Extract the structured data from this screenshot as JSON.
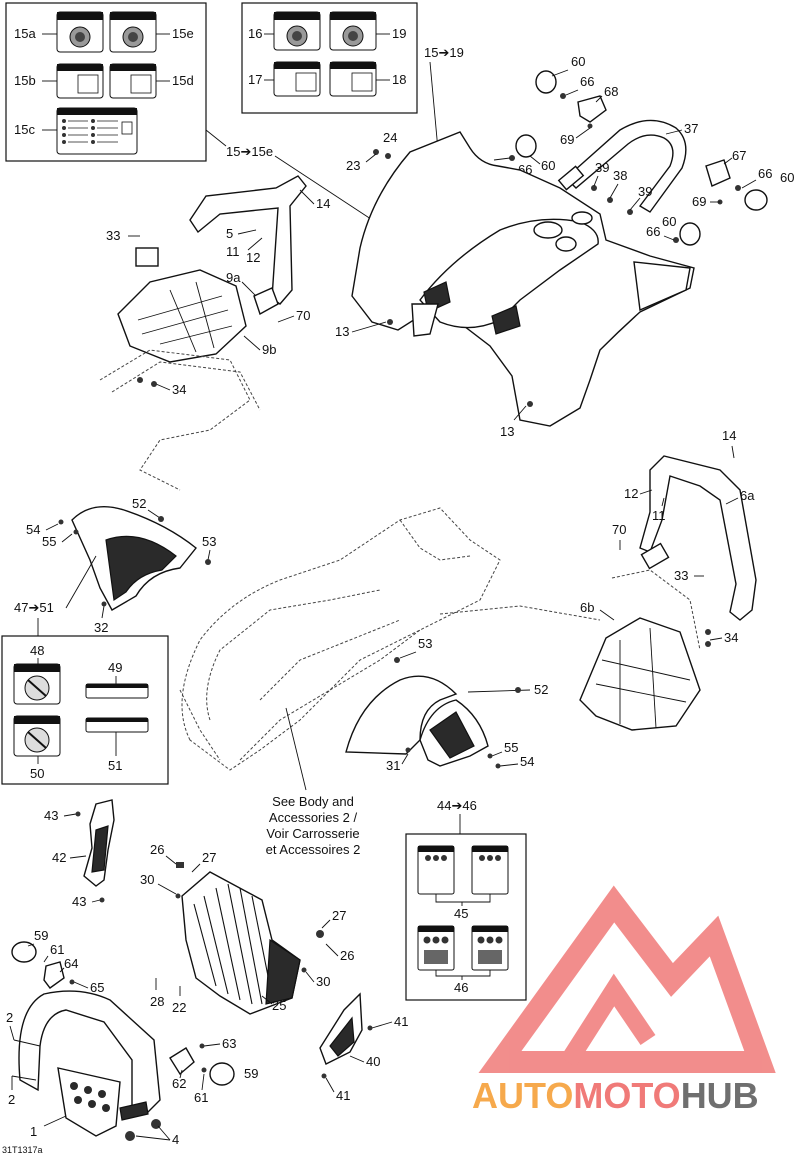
{
  "labels": {
    "group_a": {
      "l15a": "15a",
      "l15e": "15e",
      "l15b": "15b",
      "l15d": "15d",
      "l15c": "15c",
      "range": "15➔15e"
    },
    "group_b": {
      "l16": "16",
      "l19": "19",
      "l17": "17",
      "l18": "18",
      "range": "15➔19"
    },
    "group_c": {
      "l48": "48",
      "l49": "49",
      "l50": "50",
      "l51": "51",
      "range": "47➔51"
    },
    "group_d": {
      "l45": "45",
      "l46": "46",
      "range": "44➔46"
    },
    "parts": {
      "p60a": "60",
      "p66a": "66",
      "p68": "68",
      "p69a": "69",
      "p37": "37",
      "p24": "24",
      "p23": "23",
      "p66b": "66",
      "p60b": "60",
      "p39a": "39",
      "p38": "38",
      "p39b": "39",
      "p67": "67",
      "p66c": "66",
      "p60c": "60",
      "p69b": "69",
      "p60d": "60",
      "p66d": "66",
      "p14a": "14",
      "p33a": "33",
      "p5": "5",
      "p11a": "11",
      "p12a": "12",
      "p9a": "9a",
      "p70a": "70",
      "p9b": "9b",
      "p34a": "34",
      "p13a": "13",
      "p13b": "13",
      "p14b": "14",
      "p12b": "12",
      "p11b": "11",
      "p6a": "6a",
      "p70b": "70",
      "p33b": "33",
      "p6b": "6b",
      "p34b": "34",
      "p52a": "52",
      "p54a": "54",
      "p55a": "55",
      "p53a": "53",
      "p32": "32",
      "p53b": "53",
      "p52b": "52",
      "p31": "31",
      "p55b": "55",
      "p54b": "54",
      "p43a": "43",
      "p42": "42",
      "p43b": "43",
      "p26a": "26",
      "p27a": "27",
      "p30a": "30",
      "p27b": "27",
      "p26b": "26",
      "p30b": "30",
      "p28": "28",
      "p22": "22",
      "p25": "25",
      "p59a": "59",
      "p61a": "61",
      "p64": "64",
      "p65": "65",
      "p2a": "2",
      "p2b": "2",
      "p1": "1",
      "p4": "4",
      "p63": "63",
      "p62": "62",
      "p61b": "61",
      "p59b": "59",
      "p41a": "41",
      "p40": "40",
      "p41b": "41"
    },
    "note_line1": "See Body and",
    "note_line2": "Accessories 2 /",
    "note_line3": "Voir Carrosserie",
    "note_line4": "et Accessoires 2",
    "footer_code": "31T1317a"
  },
  "watermark": {
    "part1": "AUTO",
    "part2": "MOTO",
    "part3": "HUB"
  },
  "colors": {
    "logo_salmon": "#f07a78",
    "logo_orange": "#f6a94c",
    "logo_gray": "#6f6f6f"
  }
}
